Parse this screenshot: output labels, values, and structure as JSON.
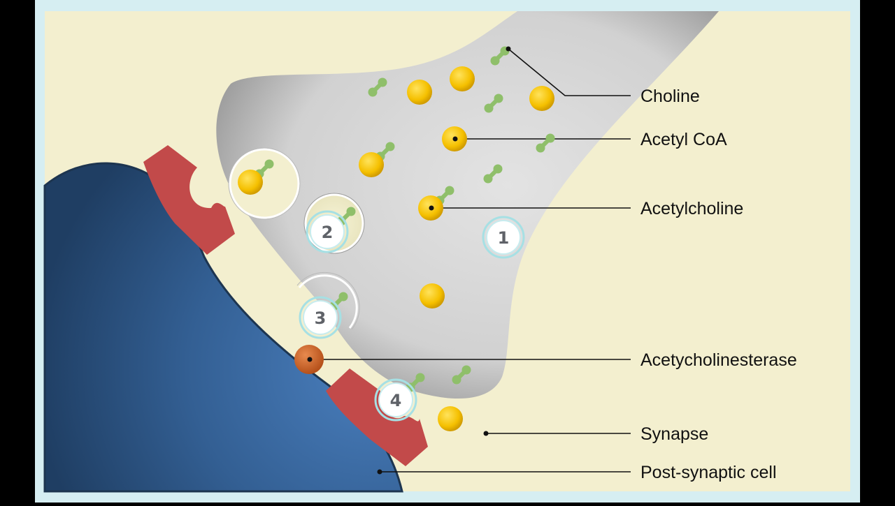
{
  "diagram": {
    "labels": {
      "choline": "Choline",
      "acetyl_coa": "Acetyl CoA",
      "acetylcholine": "Acetylcholine",
      "acetylcholinesterase": "Acetycholinesterase",
      "synapse": "Synapse",
      "post_synaptic_cell": "Post-synaptic cell"
    },
    "steps": [
      "1",
      "2",
      "3",
      "4"
    ]
  },
  "colors": {
    "frame": "#d6eef2",
    "background": "#f3efcf",
    "terminal": "#d3d3d3",
    "post_synaptic_cell": "#3b6da6",
    "receptor": "#c24a4a",
    "acetyl_coa": "#f5c000",
    "choline": "#8fbf6a",
    "acetylcholinesterase": "#c65a1e",
    "step_ring": "#a6e0e4"
  }
}
